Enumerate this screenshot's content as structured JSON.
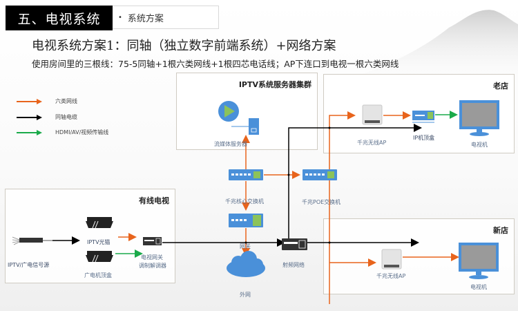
{
  "header": {
    "section_title": "五、电视系统",
    "section_subtitle": "系统方案",
    "bullet": "•"
  },
  "title": "电视系统方案1：同轴（独立数字前端系统）+网络方案",
  "subtitle": "使用房间里的三根线：75-5同轴+1根六类网线+1根四芯电话线；AP下连口到电视一根六类网线",
  "legend": [
    {
      "label": "六类网线",
      "color": "#e8641c"
    },
    {
      "label": "同轴电缆",
      "color": "#000000"
    },
    {
      "label": "HDMI/AV/视频传输线",
      "color": "#1aaa4a"
    }
  ],
  "panels": {
    "iptv_cluster": {
      "title": "IPTV系统服务器集群",
      "server_label": "流媒体服务器"
    },
    "old_store": {
      "title": "老店",
      "ap_label": "千兆无线AP",
      "stb_label": "IP机顶盒",
      "tv_label": "电视机"
    },
    "cable_tv": {
      "title": "有线电视",
      "source_label": "IPTV/广电信号源",
      "iptv_modem_label": "IPTV光猫",
      "cable_stb_label": "广电机顶盒",
      "gateway_label_1": "电视网关",
      "gateway_label_2": "调制解调器"
    },
    "new_store": {
      "title": "新店",
      "ap_label": "千兆无线AP",
      "tv_label": "电视机"
    }
  },
  "core": {
    "core_switch_label": "千兆核心交换机",
    "poe_switch_label": "千兆POE交换机",
    "gateway_label": "网关",
    "internet_label": "外网",
    "rf_network_label": "射频网络"
  },
  "colors": {
    "orange": "#e8641c",
    "black": "#000000",
    "green": "#1aaa4a",
    "device_blue": "#4a90d9",
    "device_green": "#8cc35a"
  }
}
